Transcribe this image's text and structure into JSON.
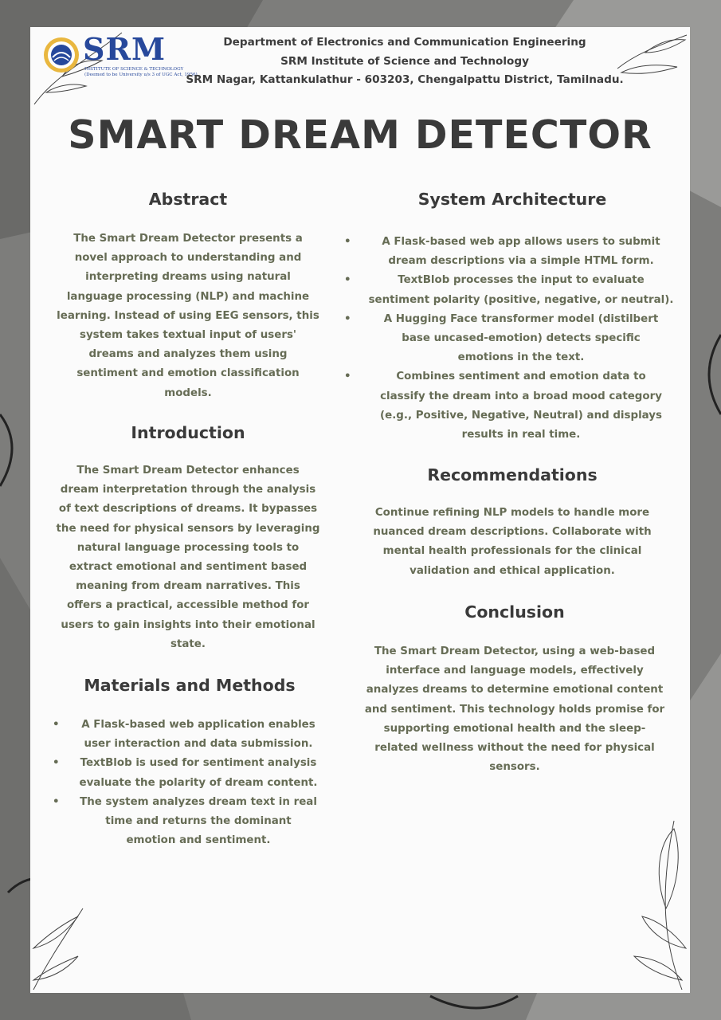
{
  "header": {
    "logo_text": "SRM",
    "logo_subtext": "INSTITUTE OF SCIENCE & TECHNOLOGY (Deemed to be University u/s 3 of UGC Act, 1956)",
    "line1": "Department of Electronics and Communication Engineering",
    "line2": "SRM Institute of Science and Technology",
    "line3": "SRM Nagar, Kattankulathur - 603203, Chengalpattu District, Tamilnadu."
  },
  "title": "SMART DREAM DETECTOR",
  "abstract": {
    "heading": "Abstract",
    "lines": [
      "The Smart Dream Detector presents a",
      "novel approach to understanding and",
      "interpreting dreams using natural",
      "language processing (NLP) and machine",
      "learning. Instead of using EEG sensors, this",
      "system takes textual input of users'",
      "dreams and analyzes them using",
      "sentiment and emotion classification",
      "models."
    ]
  },
  "introduction": {
    "heading": "Introduction",
    "lines": [
      "The Smart Dream Detector enhances",
      "dream interpretation through the analysis",
      "of text descriptions of dreams. It bypasses",
      "the need for physical sensors by leveraging",
      "natural language processing tools to",
      "extract emotional and sentiment based",
      "meaning from dream narratives. This",
      "offers a practical, accessible method for",
      "users to gain insights into their emotional",
      "state."
    ]
  },
  "materials": {
    "heading": "Materials and Methods",
    "items": [
      [
        "A Flask-based web application enables",
        "user interaction and data submission."
      ],
      [
        "TextBlob is used for sentiment analysis",
        "evaluate the polarity of dream content."
      ],
      [
        "The system analyzes dream text in real",
        "time and returns the dominant",
        "emotion and sentiment."
      ]
    ]
  },
  "architecture": {
    "heading": "System Architecture",
    "items": [
      [
        "A Flask-based web app allows users to submit",
        "dream descriptions via a simple HTML form."
      ],
      [
        "TextBlob processes the input to evaluate",
        "sentiment polarity (positive, negative, or neutral)."
      ],
      [
        "A Hugging Face transformer model (distilbert",
        "base uncased-emotion) detects specific",
        "emotions in the text."
      ],
      [
        "Combines sentiment and emotion data to",
        "classify the dream into a broad mood category",
        "(e.g., Positive, Negative, Neutral) and displays",
        "results in real time."
      ]
    ]
  },
  "recommendations": {
    "heading": "Recommendations",
    "lines": [
      "Continue refining NLP models to handle more",
      "nuanced dream descriptions. Collaborate with",
      "mental health professionals for the clinical",
      "validation and ethical application."
    ]
  },
  "conclusion": {
    "heading": "Conclusion",
    "lines": [
      "The Smart Dream Detector, using a web-based",
      "interface and language models, effectively",
      "analyzes dreams to determine emotional content",
      "and sentiment. This technology holds promise for",
      "supporting emotional health and the sleep-",
      "related wellness without the need for physical",
      "sensors."
    ]
  },
  "colors": {
    "background": "#7c7c7a",
    "sheet": "#fbfbfb",
    "heading": "#3a3a3a",
    "body_text": "#666c55",
    "logo_blue": "#27489b"
  }
}
